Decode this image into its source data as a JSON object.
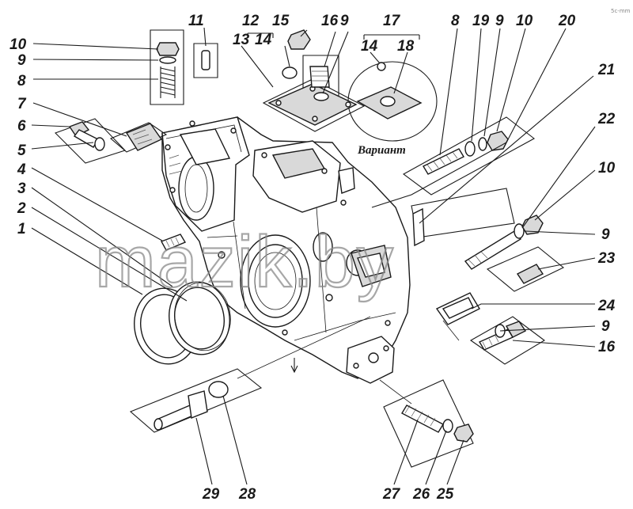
{
  "watermark": "mazik.by",
  "corner_mark": "5c-mm",
  "variant_caption": "Вариант",
  "callouts": {
    "c1": "1",
    "c2": "2",
    "c3": "3",
    "c4": "4",
    "c5": "5",
    "c6": "6",
    "c7": "7",
    "c8_top": "8",
    "c9_top": "9",
    "c10_top": "10",
    "c11": "11",
    "c12": "12",
    "c13": "13",
    "c14_left": "14",
    "c15": "15",
    "c16_top": "16",
    "c9_plate": "9",
    "c17": "17",
    "c14_variant": "14",
    "c18": "18",
    "c8_right": "8",
    "c19": "19",
    "c9_right": "9",
    "c10_right": "10",
    "c20": "20",
    "c21": "21",
    "c22": "22",
    "c10_mid": "10",
    "c9_mid": "9",
    "c23": "23",
    "c24": "24",
    "c9_low": "9",
    "c16_low": "16",
    "c29": "29",
    "c28": "28",
    "c27": "27",
    "c26": "26",
    "c25": "25"
  }
}
